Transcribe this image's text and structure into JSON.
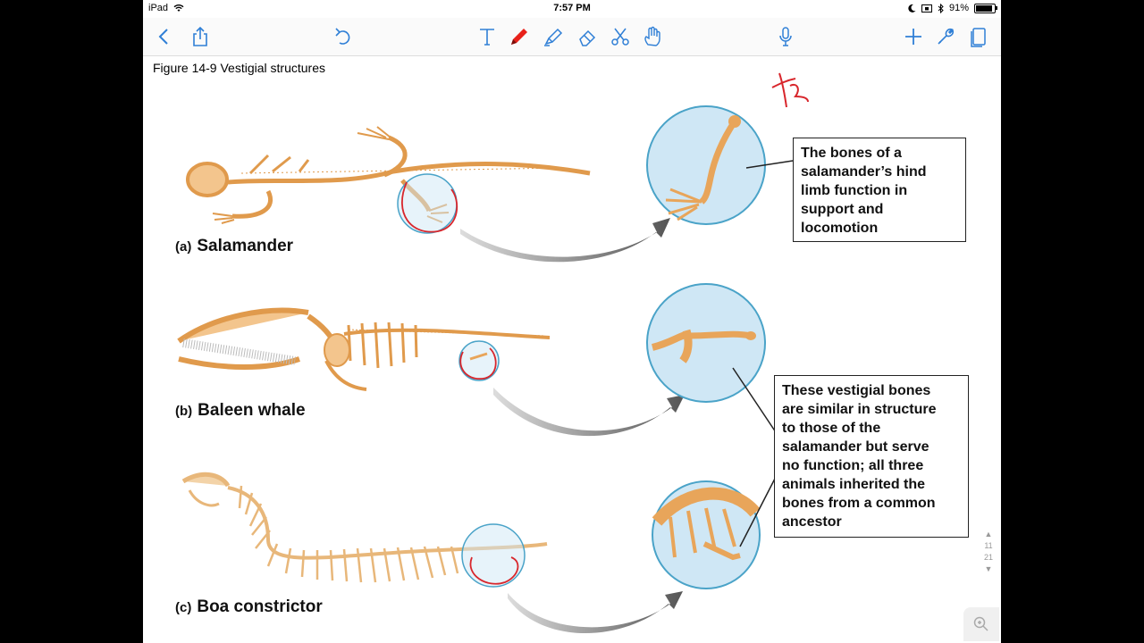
{
  "status_bar": {
    "device": "iPad",
    "time": "7:57 PM",
    "battery": "91%",
    "battery_level": 0.91
  },
  "toolbar": {
    "left": [
      "back-icon",
      "share-icon",
      "undo-icon"
    ],
    "tools": [
      "text-tool-icon",
      "pen-tool-icon",
      "highlighter-tool-icon",
      "eraser-tool-icon",
      "scissors-tool-icon",
      "hand-tool-icon"
    ],
    "right": [
      "microphone-icon",
      "add-icon",
      "wrench-icon",
      "pages-icon"
    ],
    "accent": "#2f7fd6",
    "active_pen_color": "#e8211a"
  },
  "document": {
    "figure_caption": "Figure 14-9 Vestigial structures",
    "labels": {
      "a_tag": "(a)",
      "a_name": "Salamander",
      "b_tag": "(b)",
      "b_name": "Baleen whale",
      "c_tag": "(c)",
      "c_name": "Boa constrictor"
    },
    "callout_1": [
      "The bones of a",
      "salamander’s hind",
      "limb function in",
      "support and",
      "locomotion"
    ],
    "callout_2": [
      "These vestigial bones",
      "are similar in structure",
      "to those of the",
      "salamander but serve",
      "no function; all three",
      "animals inherited the",
      "bones from a common",
      "ancestor"
    ],
    "annotation_color": "#d8262c",
    "bone_color": "#e8a55a",
    "circle_fill": "#cfe7f5"
  },
  "pager": {
    "current": "11",
    "total": "21"
  }
}
